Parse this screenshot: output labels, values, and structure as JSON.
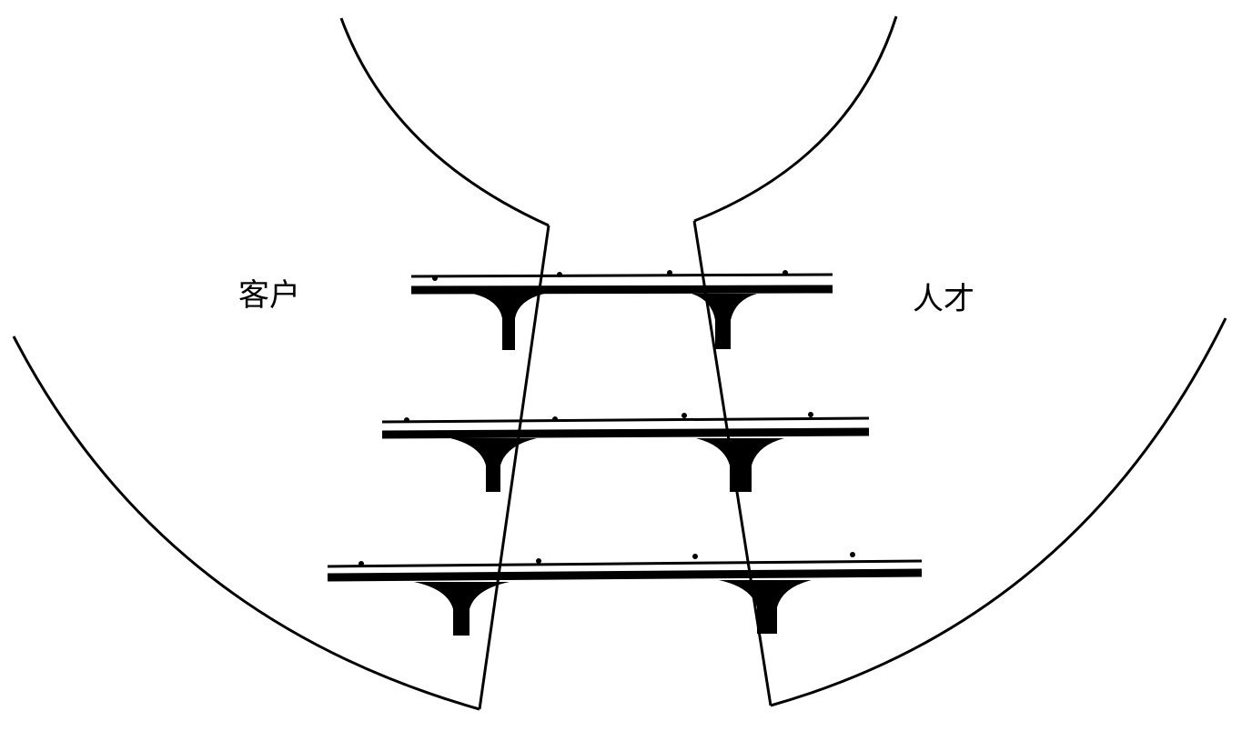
{
  "labels": {
    "left": "客户",
    "right": "人才"
  },
  "colors": {
    "line": "#000000",
    "background": "#ffffff"
  },
  "diagram": {
    "left_region_label": "客户",
    "right_region_label": "人才",
    "bridge_count": 3
  }
}
